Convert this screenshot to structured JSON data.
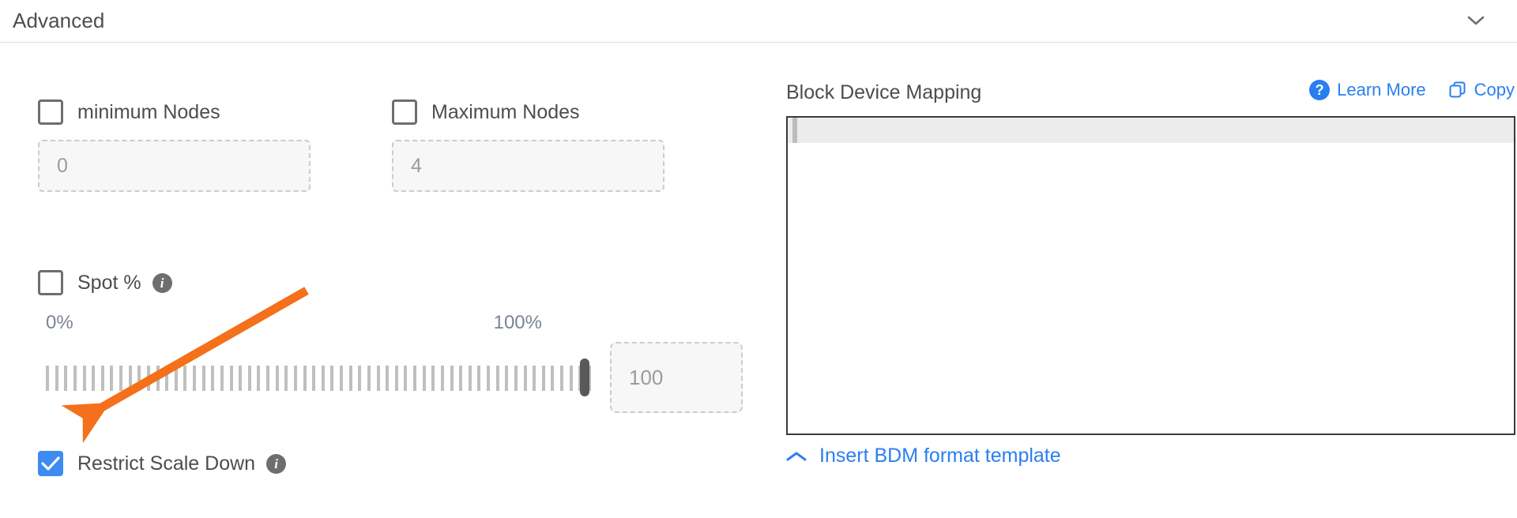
{
  "section": {
    "title": "Advanced",
    "collapse_icon": "chevron-down-icon"
  },
  "left": {
    "min_nodes": {
      "label": "minimum Nodes",
      "checked": false,
      "value": "0"
    },
    "max_nodes": {
      "label": "Maximum Nodes",
      "checked": false,
      "value": "4"
    },
    "spot": {
      "label": "Spot %",
      "checked": false,
      "info_icon": "info-icon"
    },
    "slider": {
      "min_label": "0%",
      "max_label": "100%",
      "value": "100",
      "percent": 100,
      "tick_count": 60
    },
    "restrict_scale_down": {
      "label": "Restrict Scale Down",
      "checked": true,
      "info_icon": "info-icon"
    }
  },
  "right": {
    "title": "Block Device Mapping",
    "learn_more": {
      "label": "Learn More",
      "icon": "question-circle-icon"
    },
    "copy": {
      "label": "Copy",
      "icon": "copy-icon"
    },
    "editor": {
      "content": "",
      "active_line": 1
    },
    "insert_template": {
      "label": "Insert BDM format template",
      "icon": "chevron-up-icon"
    }
  },
  "colors": {
    "accent_blue": "#2a7ff0",
    "checkbox_blue": "#3d8bf2",
    "annotation_orange": "#f4701a",
    "text_grey": "#4d4d4d",
    "muted_grey": "#9b9b9b"
  }
}
